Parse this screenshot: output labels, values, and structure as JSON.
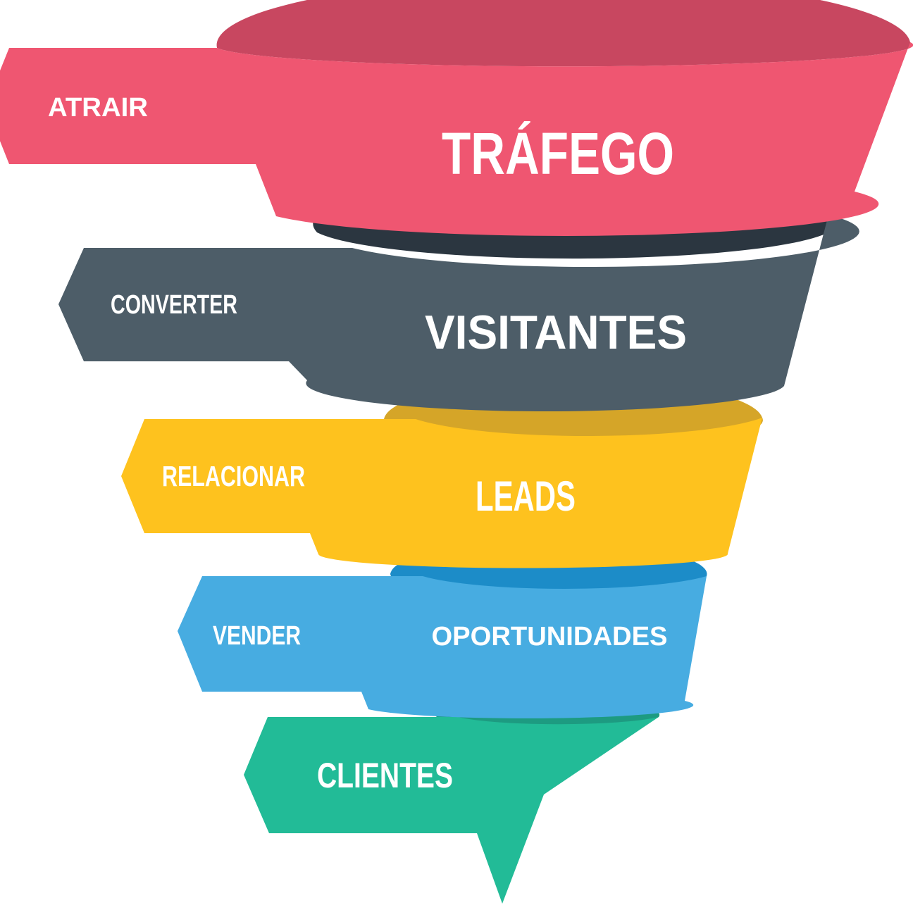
{
  "background": "#ffffff",
  "text_color": "#ffffff",
  "funnel": {
    "kind": "marketing-sales-funnel",
    "levels": [
      {
        "id": "trafego",
        "action": "ATRAIR",
        "stage": "TRÁFEGO",
        "front_color": "#ef5671",
        "top_color": "#c84760"
      },
      {
        "id": "visitantes",
        "action": "CONVERTER",
        "stage": "VISITANTES",
        "front_color": "#4d5d68",
        "top_color": "#2b3640"
      },
      {
        "id": "leads",
        "action": "RELACIONAR",
        "stage": "LEADS",
        "front_color": "#fec21e",
        "top_color": "#d5a528"
      },
      {
        "id": "oportunidades",
        "action": "VENDER",
        "stage": "OPORTUNIDADES",
        "front_color": "#47ace1",
        "top_color": "#1c8cc8"
      },
      {
        "id": "clientes",
        "action": null,
        "stage": "CLIENTES",
        "front_color": "#22bb97",
        "top_color": "#1d9b81"
      }
    ]
  }
}
